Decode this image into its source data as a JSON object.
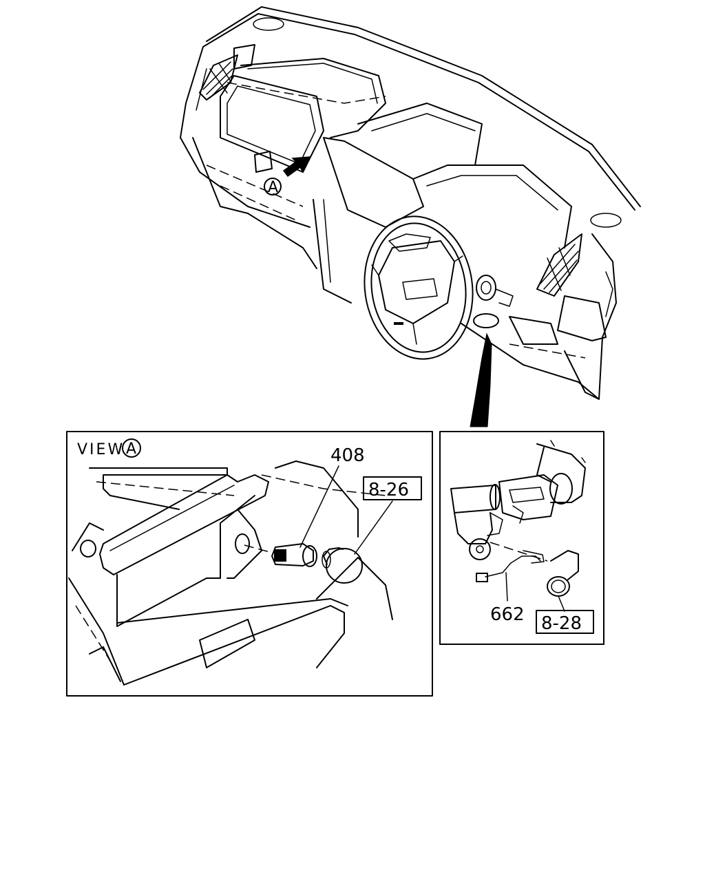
{
  "top_view": {
    "view_marker": "A"
  },
  "view_a_panel": {
    "title_prefix": "VIEW",
    "title_marker": "A",
    "part_number": "408",
    "reference_box": "8-26"
  },
  "column_panel": {
    "part_number": "662",
    "reference_box": "8-28"
  }
}
